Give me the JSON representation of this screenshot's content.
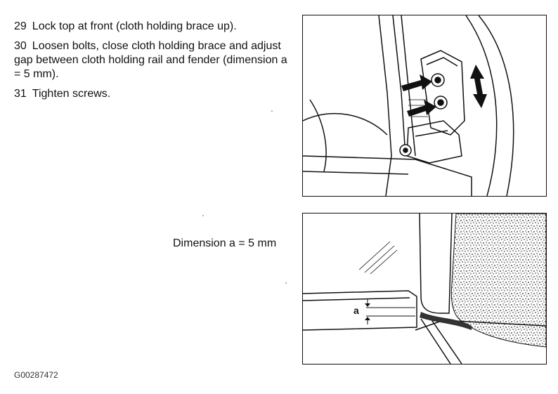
{
  "steps": [
    {
      "num": "29",
      "text": "Lock top at front (cloth holding brace up)."
    },
    {
      "num": "30",
      "text": "Loosen bolts, close cloth holding brace and adjust gap between cloth holding rail and fender (dimension a = 5 mm)."
    },
    {
      "num": "31",
      "text": "Tighten screws."
    }
  ],
  "figure2": {
    "caption": "Dimension a = 5 mm",
    "label": "a"
  },
  "document_code": "G00287472"
}
